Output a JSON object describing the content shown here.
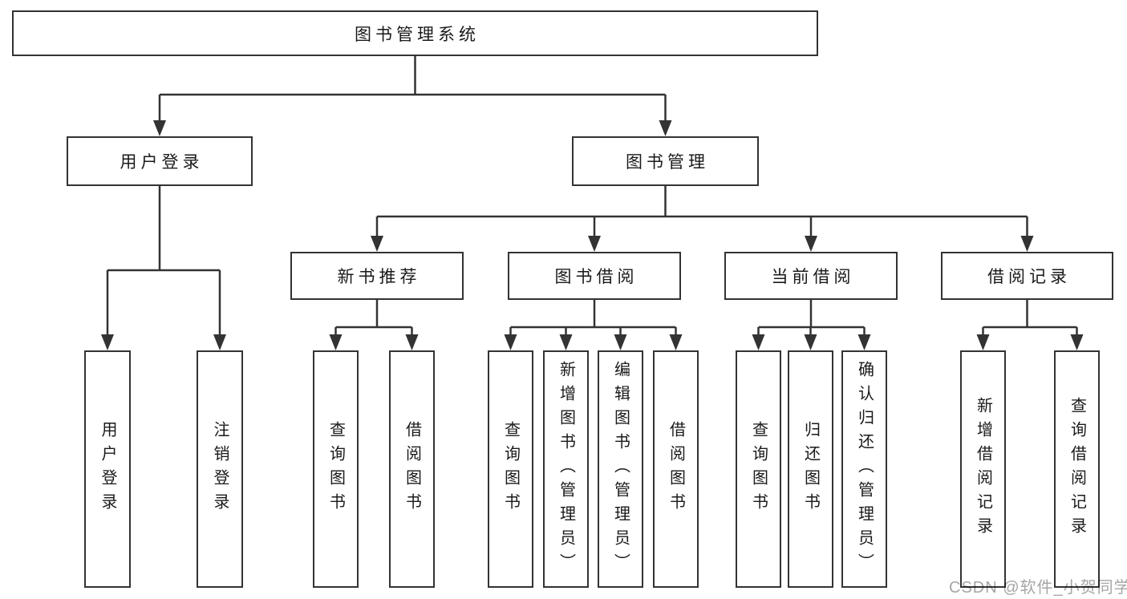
{
  "diagram": {
    "root": {
      "label": "图书管理系统"
    },
    "level2": {
      "user_login": "用户登录",
      "book_management": "图书管理"
    },
    "level3": {
      "new_book_recommend": "新书推荐",
      "book_borrow": "图书借阅",
      "current_borrow": "当前借阅",
      "borrow_records": "借阅记录"
    },
    "leaves": {
      "user_login": [
        "用户登录",
        "注销登录"
      ],
      "new_book_recommend": [
        "查询图书",
        "借阅图书"
      ],
      "book_borrow": [
        "查询图书",
        "新增图书（管理员）",
        "编辑图书（管理员）",
        "借阅图书"
      ],
      "current_borrow": [
        "查询图书",
        "归还图书",
        "确认归还（管理员）"
      ],
      "borrow_records": [
        "新增借阅记录",
        "查询借阅记录"
      ]
    }
  },
  "watermark": {
    "text": "CSDN @软件_小贺同学"
  },
  "colors": {
    "line": "#333333",
    "box_border": "#333333",
    "text": "#1a1a1a",
    "watermark": "#a6a6a6",
    "background": "#ffffff"
  }
}
